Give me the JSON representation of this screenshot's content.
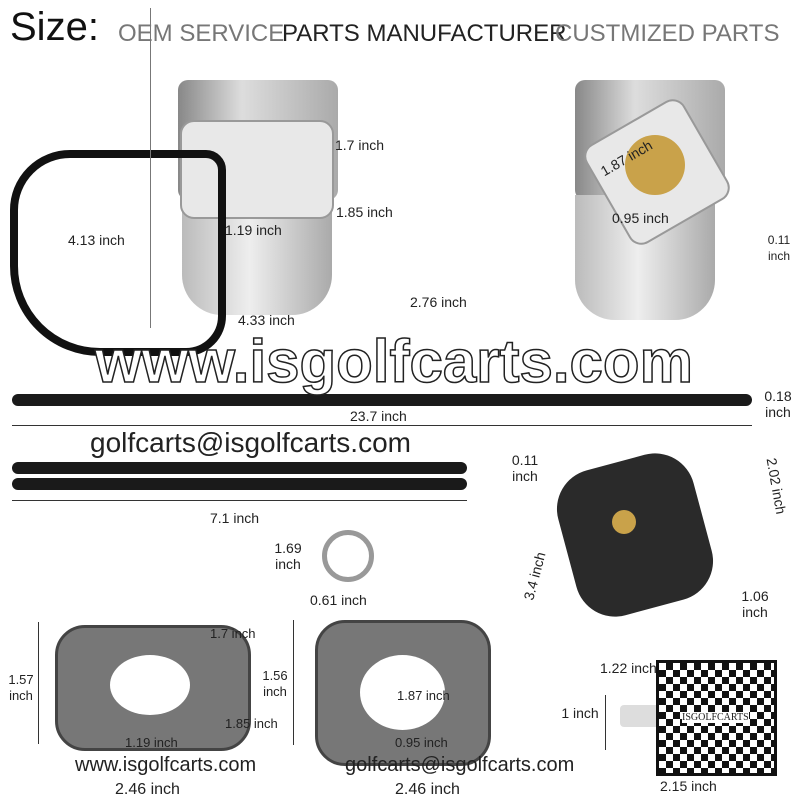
{
  "title": "Size:",
  "header": [
    "OEM SERVICE",
    "PARTS MANUFACTURER",
    "CUSTMIZED PARTS"
  ],
  "dims": [
    "1.7 inch",
    "1.85 inch",
    "1.19 inch",
    "4.13 inch",
    "1.87 inch",
    "0.95 inch",
    "0.11 inch",
    "2.76 inch",
    "4.33 inch",
    "0.18 inch",
    "23.7 inch",
    "0.11 inch",
    "7.1 inch",
    "1.69 inch",
    "0.61 inch",
    "3.4 inch",
    "2.02 inch",
    "1.06 inch",
    "1.57 inch",
    "1.7 inch",
    "1.85 inch",
    "1.19 inch",
    "2.46 inch",
    "1.56 inch",
    "1.87 inch",
    "0.95 inch",
    "2.46 inch",
    "1.22 inch",
    "1 inch",
    "2.15 inch"
  ],
  "watermarks": {
    "site_large": "www.isgolfcarts.com",
    "email_large": "golfcarts@isgolfcarts.com",
    "site_small": "www.isgolfcarts.com",
    "email_small": "golfcarts@isgolfcarts.com",
    "qr_label": "ISGOLFCARTS"
  }
}
